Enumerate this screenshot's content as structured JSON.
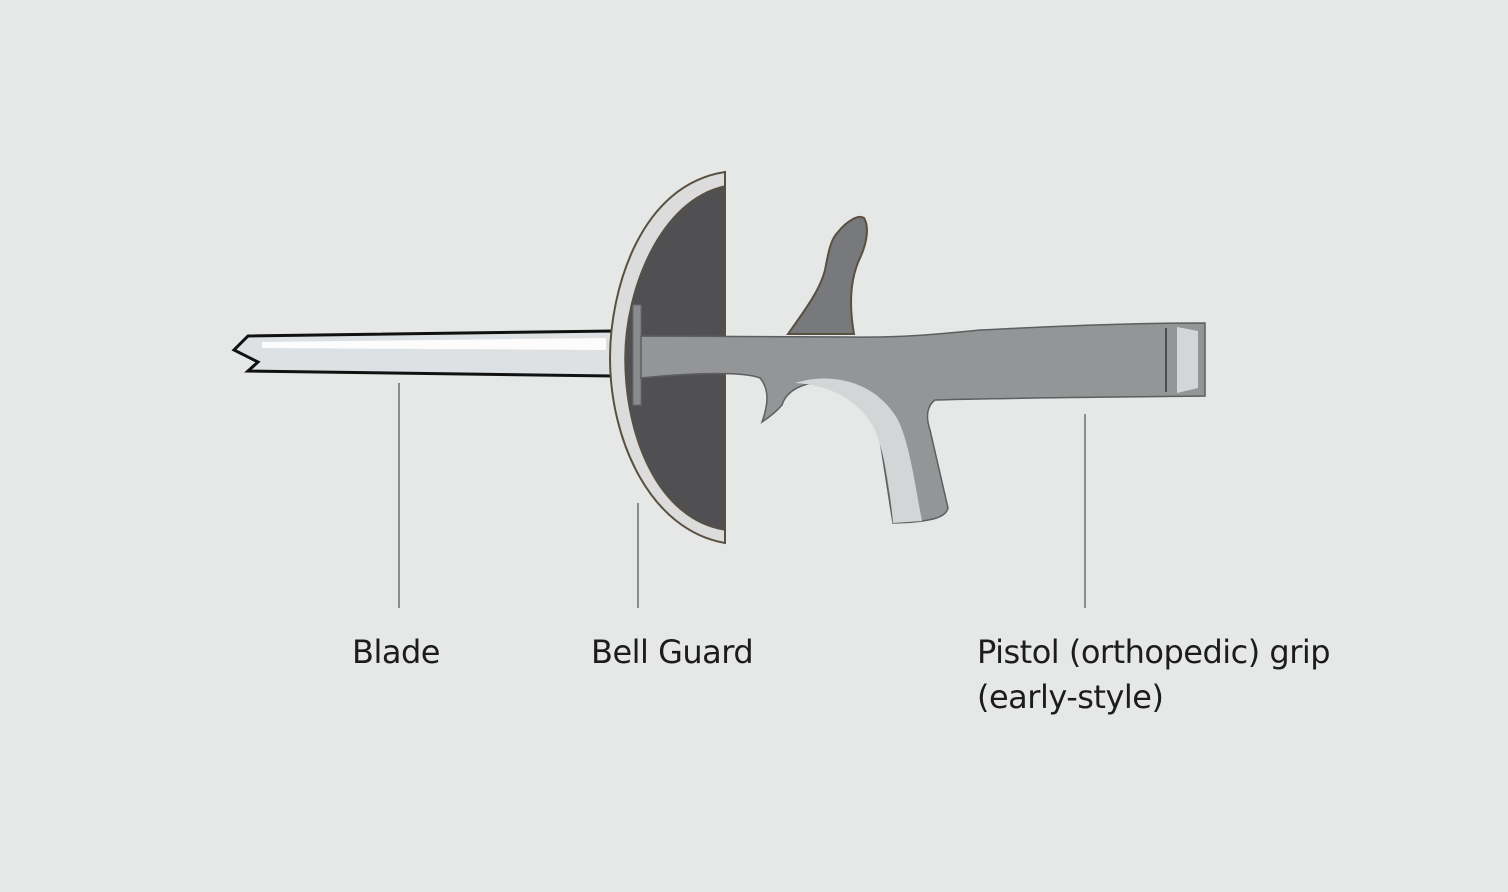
{
  "diagram": {
    "subject": "Fencing weapon (foil/épée) with pistol grip",
    "colors": {
      "background": "#e6e8e7",
      "blade": "#dde1e3",
      "blade_highlight": "#ffffff",
      "bell_guard_inner": "#505052",
      "bell_guard_rim": "#dcdcdc",
      "grip": "#949597",
      "grip_highlight": "#d4d5d7",
      "thumb_rest": "#78797c",
      "leader_line": "#8c8c8c",
      "label_text": "#1c1c1c"
    },
    "labels": [
      {
        "id": "blade",
        "text": "Blade"
      },
      {
        "id": "bell-guard",
        "text": "Bell Guard"
      },
      {
        "id": "pistol-grip",
        "line1": "Pistol (orthopedic) grip",
        "line2": "(early-style)"
      }
    ]
  }
}
